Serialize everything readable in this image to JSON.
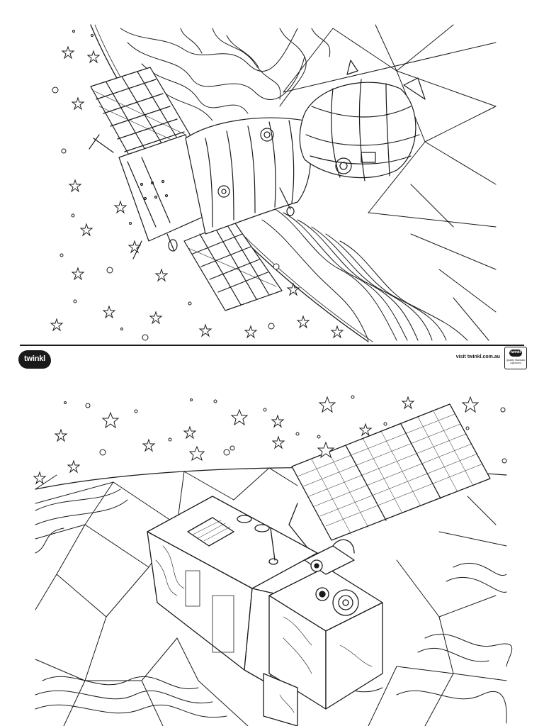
{
  "footer": {
    "brand_name": "twinkl",
    "visit_text": "visit twinkl.com.au",
    "badge": {
      "brand_name": "twinkl",
      "caption": "Quality Standard Approved"
    }
  },
  "illustrations": [
    {
      "subject": "Soyuz spacecraft with solar panels orbiting Earth",
      "style": "line-art colouring page"
    },
    {
      "subject": "Earth observation satellite with large solar array",
      "style": "line-art colouring page"
    }
  ],
  "colors": {
    "ink": "#1a1a1a",
    "paper": "#ffffff"
  }
}
